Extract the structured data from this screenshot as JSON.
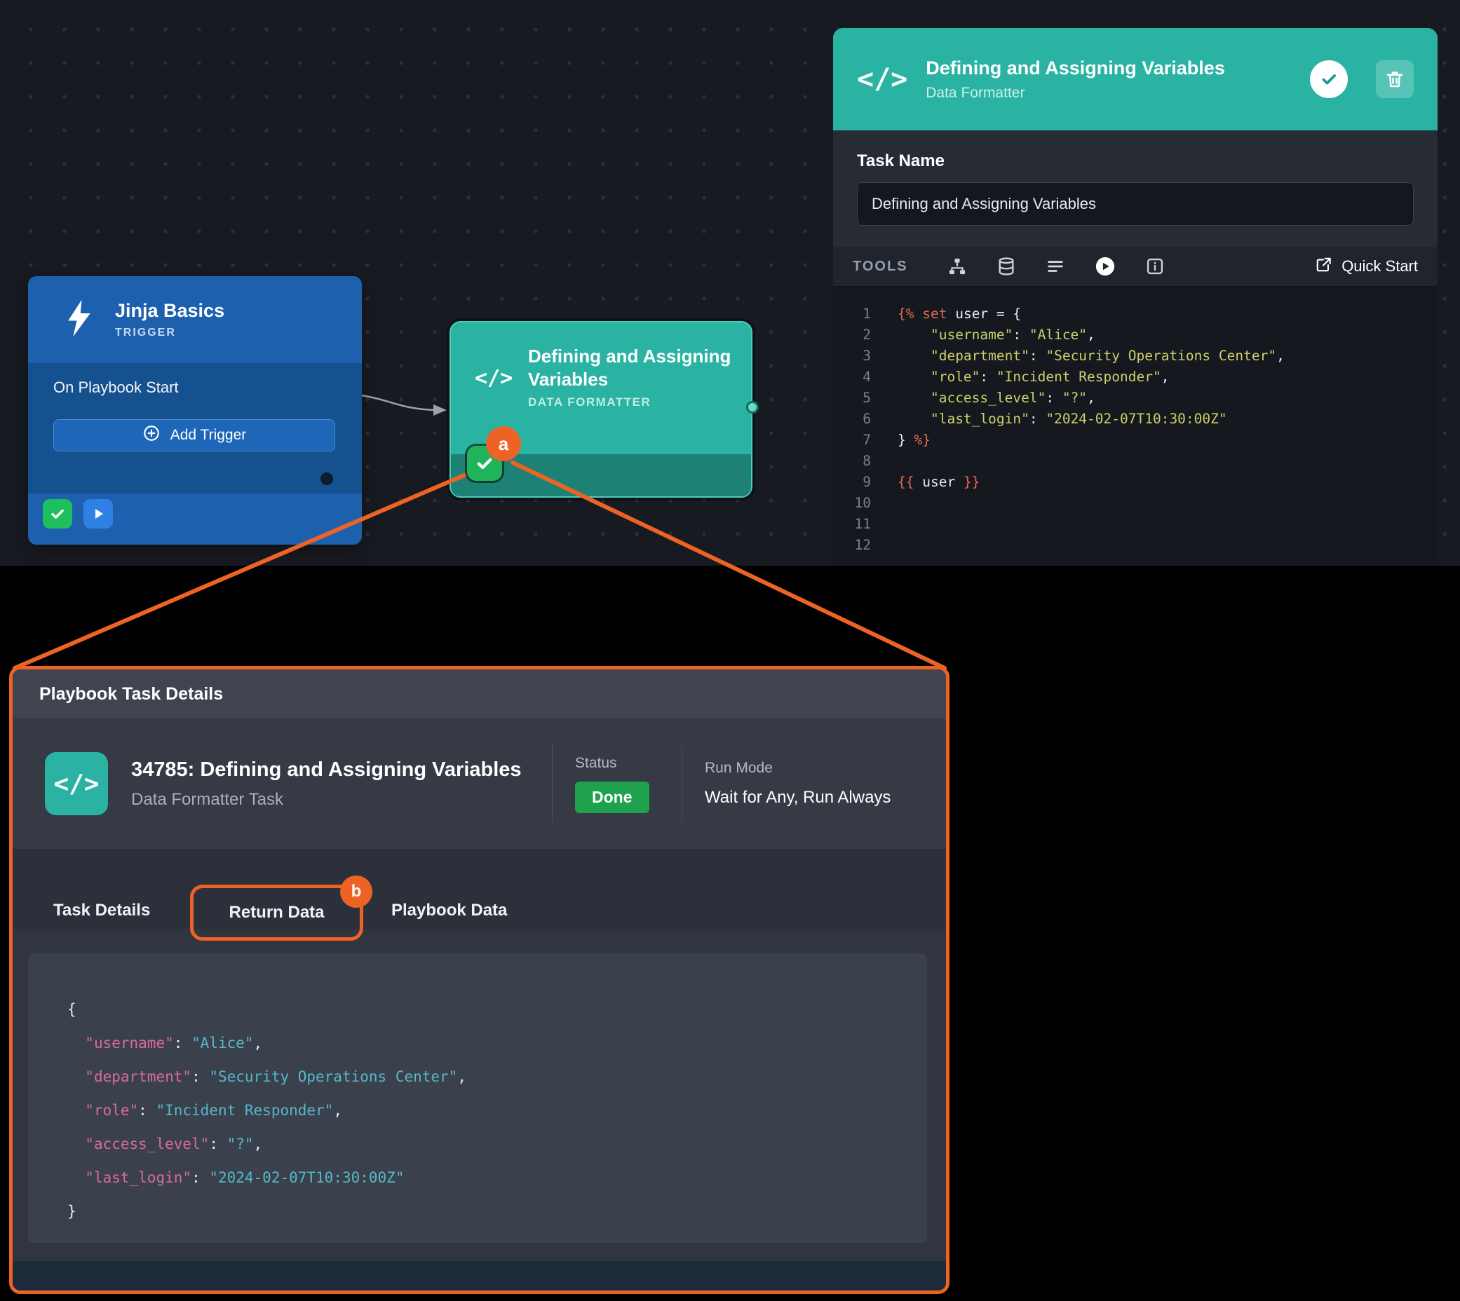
{
  "colors": {
    "accent_teal": "#2ab3a3",
    "accent_orange": "#ed6325",
    "accent_blue": "#1d60ae",
    "status_green": "#1fa24d"
  },
  "canvas": {
    "trigger_node": {
      "title": "Jinja Basics",
      "type_label": "TRIGGER",
      "start_label": "On Playbook Start",
      "add_trigger_label": "Add Trigger"
    },
    "formatter_node": {
      "title": "Defining and Assigning Variables",
      "type_label": "DATA FORMATTER"
    },
    "annotation_a": "a"
  },
  "config_panel": {
    "title": "Defining and Assigning Variables",
    "subtitle": "Data Formatter",
    "task_name_label": "Task Name",
    "task_name_value": "Defining and Assigning Variables",
    "tools_label": "TOOLS",
    "quick_start_label": "Quick Start",
    "editor": {
      "line_numbers": [
        "1",
        "2",
        "3",
        "4",
        "5",
        "6",
        "7",
        "8",
        "9",
        "10",
        "11",
        "12"
      ],
      "lines": [
        [
          [
            "d",
            "{% "
          ],
          [
            "k",
            "set"
          ],
          [
            "p",
            " user = {"
          ]
        ],
        [
          [
            "p",
            "    "
          ],
          [
            "s",
            "\"username\""
          ],
          [
            "p",
            ": "
          ],
          [
            "s",
            "\"Alice\""
          ],
          [
            "p",
            ","
          ]
        ],
        [
          [
            "p",
            "    "
          ],
          [
            "s",
            "\"department\""
          ],
          [
            "p",
            ": "
          ],
          [
            "s",
            "\"Security Operations Center\""
          ],
          [
            "p",
            ","
          ]
        ],
        [
          [
            "p",
            "    "
          ],
          [
            "s",
            "\"role\""
          ],
          [
            "p",
            ": "
          ],
          [
            "s",
            "\"Incident Responder\""
          ],
          [
            "p",
            ","
          ]
        ],
        [
          [
            "p",
            "    "
          ],
          [
            "s",
            "\"access_level\""
          ],
          [
            "p",
            ": "
          ],
          [
            "s",
            "\"?\""
          ],
          [
            "p",
            ","
          ]
        ],
        [
          [
            "p",
            "    "
          ],
          [
            "s",
            "\"last_login\""
          ],
          [
            "p",
            ": "
          ],
          [
            "s",
            "\"2024-02-07T10:30:00Z\""
          ]
        ],
        [
          [
            "p",
            "} "
          ],
          [
            "d",
            "%}"
          ]
        ],
        [],
        [
          [
            "d",
            "{{ "
          ],
          [
            "p",
            "user"
          ],
          [
            "d",
            " }}"
          ]
        ],
        [],
        [],
        []
      ]
    }
  },
  "task_panel": {
    "titlebar": "Playbook Task Details",
    "task_title": "34785: Defining and Assigning Variables",
    "task_subtitle": "Data Formatter Task",
    "status_label": "Status",
    "status_value": "Done",
    "run_mode_label": "Run Mode",
    "run_mode_value": "Wait for Any, Run Always",
    "tabs": [
      {
        "label": "Task Details"
      },
      {
        "label": "Return Data"
      },
      {
        "label": "Playbook Data"
      }
    ],
    "annotation_b": "b",
    "return_data_lines": [
      [
        [
          "p",
          "{"
        ]
      ],
      [
        [
          "p",
          "  "
        ],
        [
          "key",
          "\"username\""
        ],
        [
          "p",
          ": "
        ],
        [
          "val",
          "\"Alice\""
        ],
        [
          "p",
          ","
        ]
      ],
      [
        [
          "p",
          "  "
        ],
        [
          "key",
          "\"department\""
        ],
        [
          "p",
          ": "
        ],
        [
          "val",
          "\"Security Operations Center\""
        ],
        [
          "p",
          ","
        ]
      ],
      [
        [
          "p",
          "  "
        ],
        [
          "key",
          "\"role\""
        ],
        [
          "p",
          ": "
        ],
        [
          "val",
          "\"Incident Responder\""
        ],
        [
          "p",
          ","
        ]
      ],
      [
        [
          "p",
          "  "
        ],
        [
          "key",
          "\"access_level\""
        ],
        [
          "p",
          ": "
        ],
        [
          "val",
          "\"?\""
        ],
        [
          "p",
          ","
        ]
      ],
      [
        [
          "p",
          "  "
        ],
        [
          "key",
          "\"last_login\""
        ],
        [
          "p",
          ": "
        ],
        [
          "val",
          "\"2024-02-07T10:30:00Z\""
        ]
      ],
      [
        [
          "p",
          "}"
        ]
      ]
    ]
  }
}
